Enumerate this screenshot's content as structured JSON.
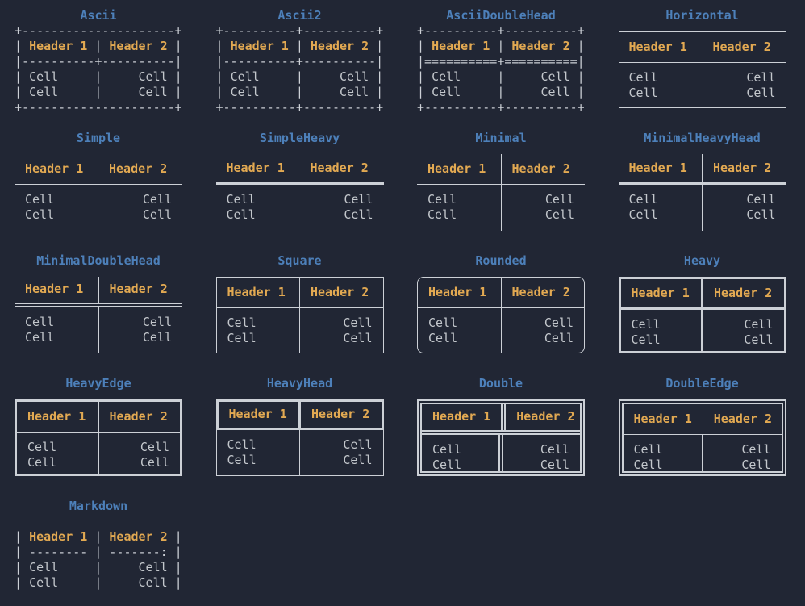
{
  "colors": {
    "background": "#212634",
    "title": "#4d80ba",
    "header": "#e2a952",
    "cell": "#c3c7cc",
    "border": "#ccd0d6"
  },
  "header_labels": [
    "Header 1",
    "Header 2"
  ],
  "cell_label": "Cell",
  "tables": [
    {
      "title": "Ascii",
      "style": "ascii",
      "mode": "art",
      "grid": {
        "row": 0,
        "col": 0
      },
      "lines": [
        [
          [
            "b",
            "+---------------------+"
          ]
        ],
        [
          [
            "b",
            "| "
          ],
          [
            "h",
            "Header 1"
          ],
          [
            "b",
            " | "
          ],
          [
            "h",
            "Header 2"
          ],
          [
            "b",
            " |"
          ]
        ],
        [
          [
            "b",
            "|----------+----------|"
          ]
        ],
        [
          [
            "b",
            "| "
          ],
          [
            "c",
            "Cell"
          ],
          [
            "b",
            "     |     "
          ],
          [
            "c",
            "Cell"
          ],
          [
            "b",
            " |"
          ]
        ],
        [
          [
            "b",
            "| "
          ],
          [
            "c",
            "Cell"
          ],
          [
            "b",
            "     |     "
          ],
          [
            "c",
            "Cell"
          ],
          [
            "b",
            " |"
          ]
        ],
        [
          [
            "b",
            "+---------------------+"
          ]
        ]
      ]
    },
    {
      "title": "Ascii2",
      "style": "ascii2",
      "mode": "art",
      "grid": {
        "row": 0,
        "col": 1
      },
      "lines": [
        [
          [
            "b",
            "+----------+----------+"
          ]
        ],
        [
          [
            "b",
            "| "
          ],
          [
            "h",
            "Header 1"
          ],
          [
            "b",
            " | "
          ],
          [
            "h",
            "Header 2"
          ],
          [
            "b",
            " |"
          ]
        ],
        [
          [
            "b",
            "|----------+----------|"
          ]
        ],
        [
          [
            "b",
            "| "
          ],
          [
            "c",
            "Cell"
          ],
          [
            "b",
            "     |     "
          ],
          [
            "c",
            "Cell"
          ],
          [
            "b",
            " |"
          ]
        ],
        [
          [
            "b",
            "| "
          ],
          [
            "c",
            "Cell"
          ],
          [
            "b",
            "     |     "
          ],
          [
            "c",
            "Cell"
          ],
          [
            "b",
            " |"
          ]
        ],
        [
          [
            "b",
            "+----------+----------+"
          ]
        ]
      ]
    },
    {
      "title": "AsciiDoubleHead",
      "style": "asciidoublehead",
      "mode": "art",
      "grid": {
        "row": 0,
        "col": 2
      },
      "lines": [
        [
          [
            "b",
            "+----------+----------+"
          ]
        ],
        [
          [
            "b",
            "| "
          ],
          [
            "h",
            "Header 1"
          ],
          [
            "b",
            " | "
          ],
          [
            "h",
            "Header 2"
          ],
          [
            "b",
            " |"
          ]
        ],
        [
          [
            "b",
            "|==========+==========|"
          ]
        ],
        [
          [
            "b",
            "| "
          ],
          [
            "c",
            "Cell"
          ],
          [
            "b",
            "     |     "
          ],
          [
            "c",
            "Cell"
          ],
          [
            "b",
            " |"
          ]
        ],
        [
          [
            "b",
            "| "
          ],
          [
            "c",
            "Cell"
          ],
          [
            "b",
            "     |     "
          ],
          [
            "c",
            "Cell"
          ],
          [
            "b",
            " |"
          ]
        ],
        [
          [
            "b",
            "+----------+----------+"
          ]
        ]
      ]
    },
    {
      "title": "Horizontal",
      "style": "horizontal",
      "mode": "box",
      "grid": {
        "row": 0,
        "col": 3
      },
      "headers": [
        "Header 1",
        "Header 2"
      ],
      "rows": [
        [
          "Cell",
          "Cell"
        ],
        [
          "Cell",
          "Cell"
        ]
      ]
    },
    {
      "title": "Simple",
      "style": "simple",
      "mode": "box",
      "grid": {
        "row": 1,
        "col": 0
      },
      "headers": [
        "Header 1",
        "Header 2"
      ],
      "rows": [
        [
          "Cell",
          "Cell"
        ],
        [
          "Cell",
          "Cell"
        ]
      ]
    },
    {
      "title": "SimpleHeavy",
      "style": "simpleheavy",
      "mode": "box",
      "grid": {
        "row": 1,
        "col": 1
      },
      "headers": [
        "Header 1",
        "Header 2"
      ],
      "rows": [
        [
          "Cell",
          "Cell"
        ],
        [
          "Cell",
          "Cell"
        ]
      ]
    },
    {
      "title": "Minimal",
      "style": "minimal",
      "mode": "box",
      "grid": {
        "row": 1,
        "col": 2
      },
      "headers": [
        "Header 1",
        "Header 2"
      ],
      "rows": [
        [
          "Cell",
          "Cell"
        ],
        [
          "Cell",
          "Cell"
        ]
      ]
    },
    {
      "title": "MinimalHeavyHead",
      "style": "minimalheavyhead",
      "mode": "box",
      "grid": {
        "row": 1,
        "col": 3
      },
      "headers": [
        "Header 1",
        "Header 2"
      ],
      "rows": [
        [
          "Cell",
          "Cell"
        ],
        [
          "Cell",
          "Cell"
        ]
      ]
    },
    {
      "title": "MinimalDoubleHead",
      "style": "minimaldoublehead",
      "mode": "box",
      "grid": {
        "row": 2,
        "col": 0
      },
      "headers": [
        "Header 1",
        "Header 2"
      ],
      "rows": [
        [
          "Cell",
          "Cell"
        ],
        [
          "Cell",
          "Cell"
        ]
      ]
    },
    {
      "title": "Square",
      "style": "square",
      "mode": "box",
      "grid": {
        "row": 2,
        "col": 1
      },
      "headers": [
        "Header 1",
        "Header 2"
      ],
      "rows": [
        [
          "Cell",
          "Cell"
        ],
        [
          "Cell",
          "Cell"
        ]
      ]
    },
    {
      "title": "Rounded",
      "style": "rounded",
      "mode": "box",
      "grid": {
        "row": 2,
        "col": 2
      },
      "headers": [
        "Header 1",
        "Header 2"
      ],
      "rows": [
        [
          "Cell",
          "Cell"
        ],
        [
          "Cell",
          "Cell"
        ]
      ]
    },
    {
      "title": "Heavy",
      "style": "heavy",
      "mode": "box",
      "grid": {
        "row": 2,
        "col": 3
      },
      "headers": [
        "Header 1",
        "Header 2"
      ],
      "rows": [
        [
          "Cell",
          "Cell"
        ],
        [
          "Cell",
          "Cell"
        ]
      ]
    },
    {
      "title": "HeavyEdge",
      "style": "heavyedge",
      "mode": "box",
      "grid": {
        "row": 3,
        "col": 0
      },
      "headers": [
        "Header 1",
        "Header 2"
      ],
      "rows": [
        [
          "Cell",
          "Cell"
        ],
        [
          "Cell",
          "Cell"
        ]
      ]
    },
    {
      "title": "HeavyHead",
      "style": "heavyhead",
      "mode": "box",
      "grid": {
        "row": 3,
        "col": 1
      },
      "headers": [
        "Header 1",
        "Header 2"
      ],
      "rows": [
        [
          "Cell",
          "Cell"
        ],
        [
          "Cell",
          "Cell"
        ]
      ]
    },
    {
      "title": "Double",
      "style": "double",
      "mode": "box",
      "grid": {
        "row": 3,
        "col": 2
      },
      "headers": [
        "Header 1",
        "Header 2"
      ],
      "rows": [
        [
          "Cell",
          "Cell"
        ],
        [
          "Cell",
          "Cell"
        ]
      ]
    },
    {
      "title": "DoubleEdge",
      "style": "doubleedge",
      "mode": "box",
      "grid": {
        "row": 3,
        "col": 3
      },
      "headers": [
        "Header 1",
        "Header 2"
      ],
      "rows": [
        [
          "Cell",
          "Cell"
        ],
        [
          "Cell",
          "Cell"
        ]
      ]
    },
    {
      "title": "Markdown",
      "style": "markdown",
      "mode": "art",
      "grid": {
        "row": 4,
        "col": 0
      },
      "lines": [
        [
          [
            "b",
            ""
          ]
        ],
        [
          [
            "b",
            "| "
          ],
          [
            "h",
            "Header 1"
          ],
          [
            "b",
            " | "
          ],
          [
            "h",
            "Header 2"
          ],
          [
            "b",
            " |"
          ]
        ],
        [
          [
            "b",
            "| -------- | -------: |"
          ]
        ],
        [
          [
            "b",
            "| "
          ],
          [
            "c",
            "Cell"
          ],
          [
            "b",
            "     |     "
          ],
          [
            "c",
            "Cell"
          ],
          [
            "b",
            " |"
          ]
        ],
        [
          [
            "b",
            "| "
          ],
          [
            "c",
            "Cell"
          ],
          [
            "b",
            "     |     "
          ],
          [
            "c",
            "Cell"
          ],
          [
            "b",
            " |"
          ]
        ],
        [
          [
            "b",
            ""
          ]
        ]
      ]
    }
  ]
}
